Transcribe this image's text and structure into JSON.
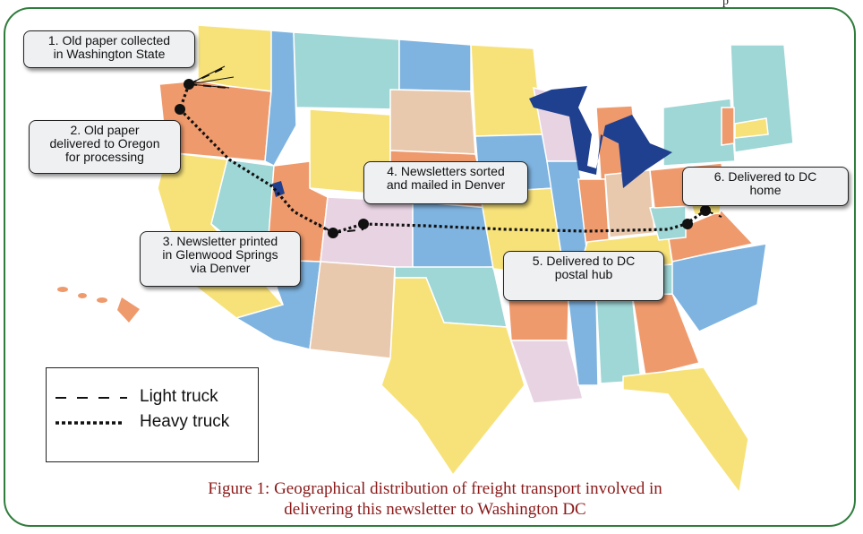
{
  "header_fragment": "p",
  "colors": {
    "frame": "#2f7d3c",
    "caption": "#8b1a1a",
    "lakes": "#1f3f8f",
    "yellow": "#f7e27a",
    "orange": "#ef9a6c",
    "teal": "#9fd6d6",
    "blue": "#7fb4e0",
    "pink": "#e8d3e3",
    "tan": "#e9c9ae"
  },
  "callouts": [
    {
      "id": "1",
      "text": "1. Old paper collected\nin Washington State"
    },
    {
      "id": "2",
      "text": "2. Old paper\ndelivered to Oregon\nfor processing"
    },
    {
      "id": "3",
      "text": "3. Newsletter printed\nin Glenwood Springs\nvia Denver"
    },
    {
      "id": "4",
      "text": "4. Newsletters sorted\nand mailed in Denver"
    },
    {
      "id": "5",
      "text": "5. Delivered to DC\npostal hub"
    },
    {
      "id": "6",
      "text": "6. Delivered to DC\nhome"
    }
  ],
  "legend": {
    "light": "Light truck",
    "heavy": "Heavy truck"
  },
  "caption": "Figure 1: Geographical distribution of freight transport involved in\ndelivering this newsletter to Washington DC"
}
